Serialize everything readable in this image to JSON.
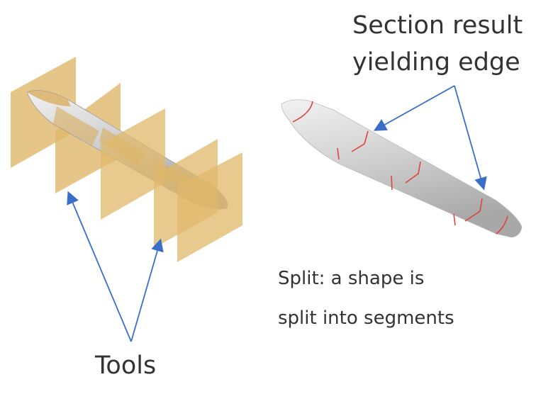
{
  "labels": {
    "section_line1": "Section result",
    "section_line2": "yielding edge",
    "split_line1": "Split: a shape is",
    "split_line2": "split into segments",
    "tools": "Tools"
  },
  "colors": {
    "plane": "#e0b86a",
    "arrow": "#3a6fc9",
    "section_edge": "#e0443c",
    "hull": "#c8c8c8"
  }
}
